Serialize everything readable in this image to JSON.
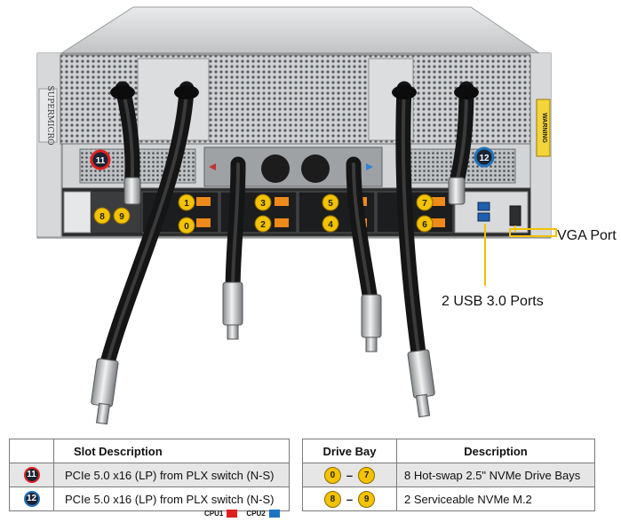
{
  "callouts": {
    "vga": "VGA Port",
    "usb": "2 USB 3.0 Ports"
  },
  "chassis": {
    "brand": "SUPERMICRO",
    "warning": "WARNING",
    "slot_badges": [
      "11",
      "12"
    ],
    "bay_badges": [
      "1",
      "0",
      "3",
      "2",
      "5",
      "4",
      "7",
      "6",
      "8",
      "9"
    ]
  },
  "slot_table": {
    "headers": [
      "",
      "Slot  Description"
    ],
    "rows": [
      {
        "slot": "11",
        "cpu": "cpu1",
        "description": "PCIe 5.0 x16 (LP) from PLX switch (N-S)"
      },
      {
        "slot": "12",
        "cpu": "cpu2",
        "description": "PCIe 5.0 x16 (LP) from PLX switch (N-S)"
      }
    ]
  },
  "bay_table": {
    "headers": [
      "Drive Bay",
      "Description"
    ],
    "rows": [
      {
        "from": "0",
        "to": "7",
        "description": "8 Hot-swap 2.5\" NVMe Drive Bays"
      },
      {
        "from": "8",
        "to": "9",
        "description": "2 Serviceable NVMe M.2"
      }
    ]
  },
  "legend": {
    "cpu1": "CPU1",
    "cpu2": "CPU2",
    "cpu1_color": "#e02020",
    "cpu2_color": "#1e73be"
  }
}
